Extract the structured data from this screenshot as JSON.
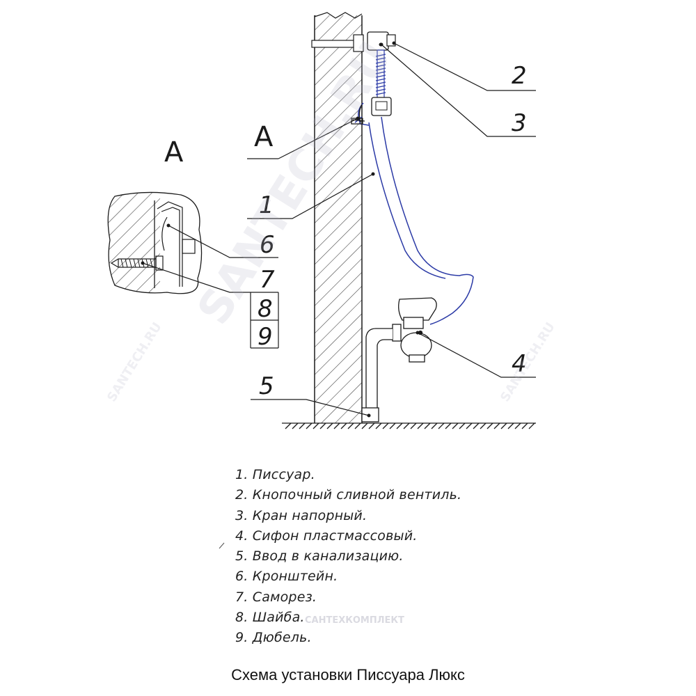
{
  "view_labels": {
    "section_a_left": "А",
    "section_a_right": "А"
  },
  "callouts": [
    "1",
    "2",
    "3",
    "4",
    "5",
    "6",
    "7",
    "8",
    "9"
  ],
  "legend": [
    "1. Писсуар.",
    "2. Кнопочный сливной вентиль.",
    "3. Кран напорный.",
    "4. Сифон пластмассовый.",
    "5. Ввод в канализацию.",
    "6. Кронштейн.",
    "7. Саморез.",
    "8. Шайба.",
    "9. Дюбель."
  ],
  "caption": "Схема установки Писсуара Люкс",
  "watermarks": {
    "main": "SANTECH.RU",
    "side_left": "SANTECH.RU",
    "side_right": "SANTECH.RU",
    "company": "САНТЕХКОМПЛЕКТ"
  },
  "colors": {
    "line": "#1a1a1a",
    "blue": "#2b3aa6",
    "hatch": "#444444"
  }
}
